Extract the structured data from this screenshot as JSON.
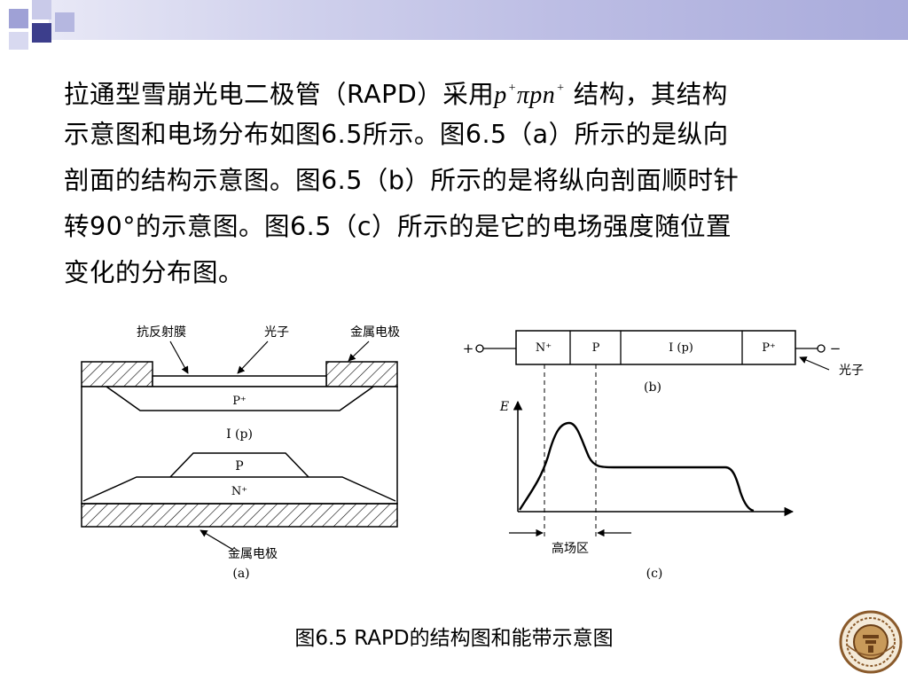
{
  "paragraph": {
    "l1a": "拉通型雪崩光电二极管（RAPD）采用",
    "f_p": "p",
    "f_sup1": "+",
    "f_pipn": "πpn",
    "f_sup2": "+",
    "l1b": "结构，其结构",
    "l2": "示意图和电场分布如图6.5所示。图6.5（a）所示的是纵向",
    "l3": "剖面的结构示意图。图6.5（b）所示的是将纵向剖面顺时针",
    "l4": "转90°的示意图。图6.5（c）所示的是它的电场强度随位置",
    "l5": "变化的分布图。"
  },
  "fig_a": {
    "label_film": "抗反射膜",
    "label_photon": "光子",
    "label_electrode_top": "金属电极",
    "label_pplus": "P⁺",
    "label_ip": "I (p)",
    "label_p": "P",
    "label_nplus": "N⁺",
    "label_electrode_bottom": "金属电极",
    "sublabel": "(a)"
  },
  "fig_b": {
    "plus": "+",
    "minus": "−",
    "seg_nplus": "N⁺",
    "seg_p": "P",
    "seg_ip": "I (p)",
    "seg_pplus": "P⁺",
    "photon": "光子",
    "sublabel": "(b)"
  },
  "fig_c": {
    "axis_e": "E",
    "high_field": "高场区",
    "sublabel": "(c)"
  },
  "caption": "图6.5  RAPD的结构图和能带示意图"
}
